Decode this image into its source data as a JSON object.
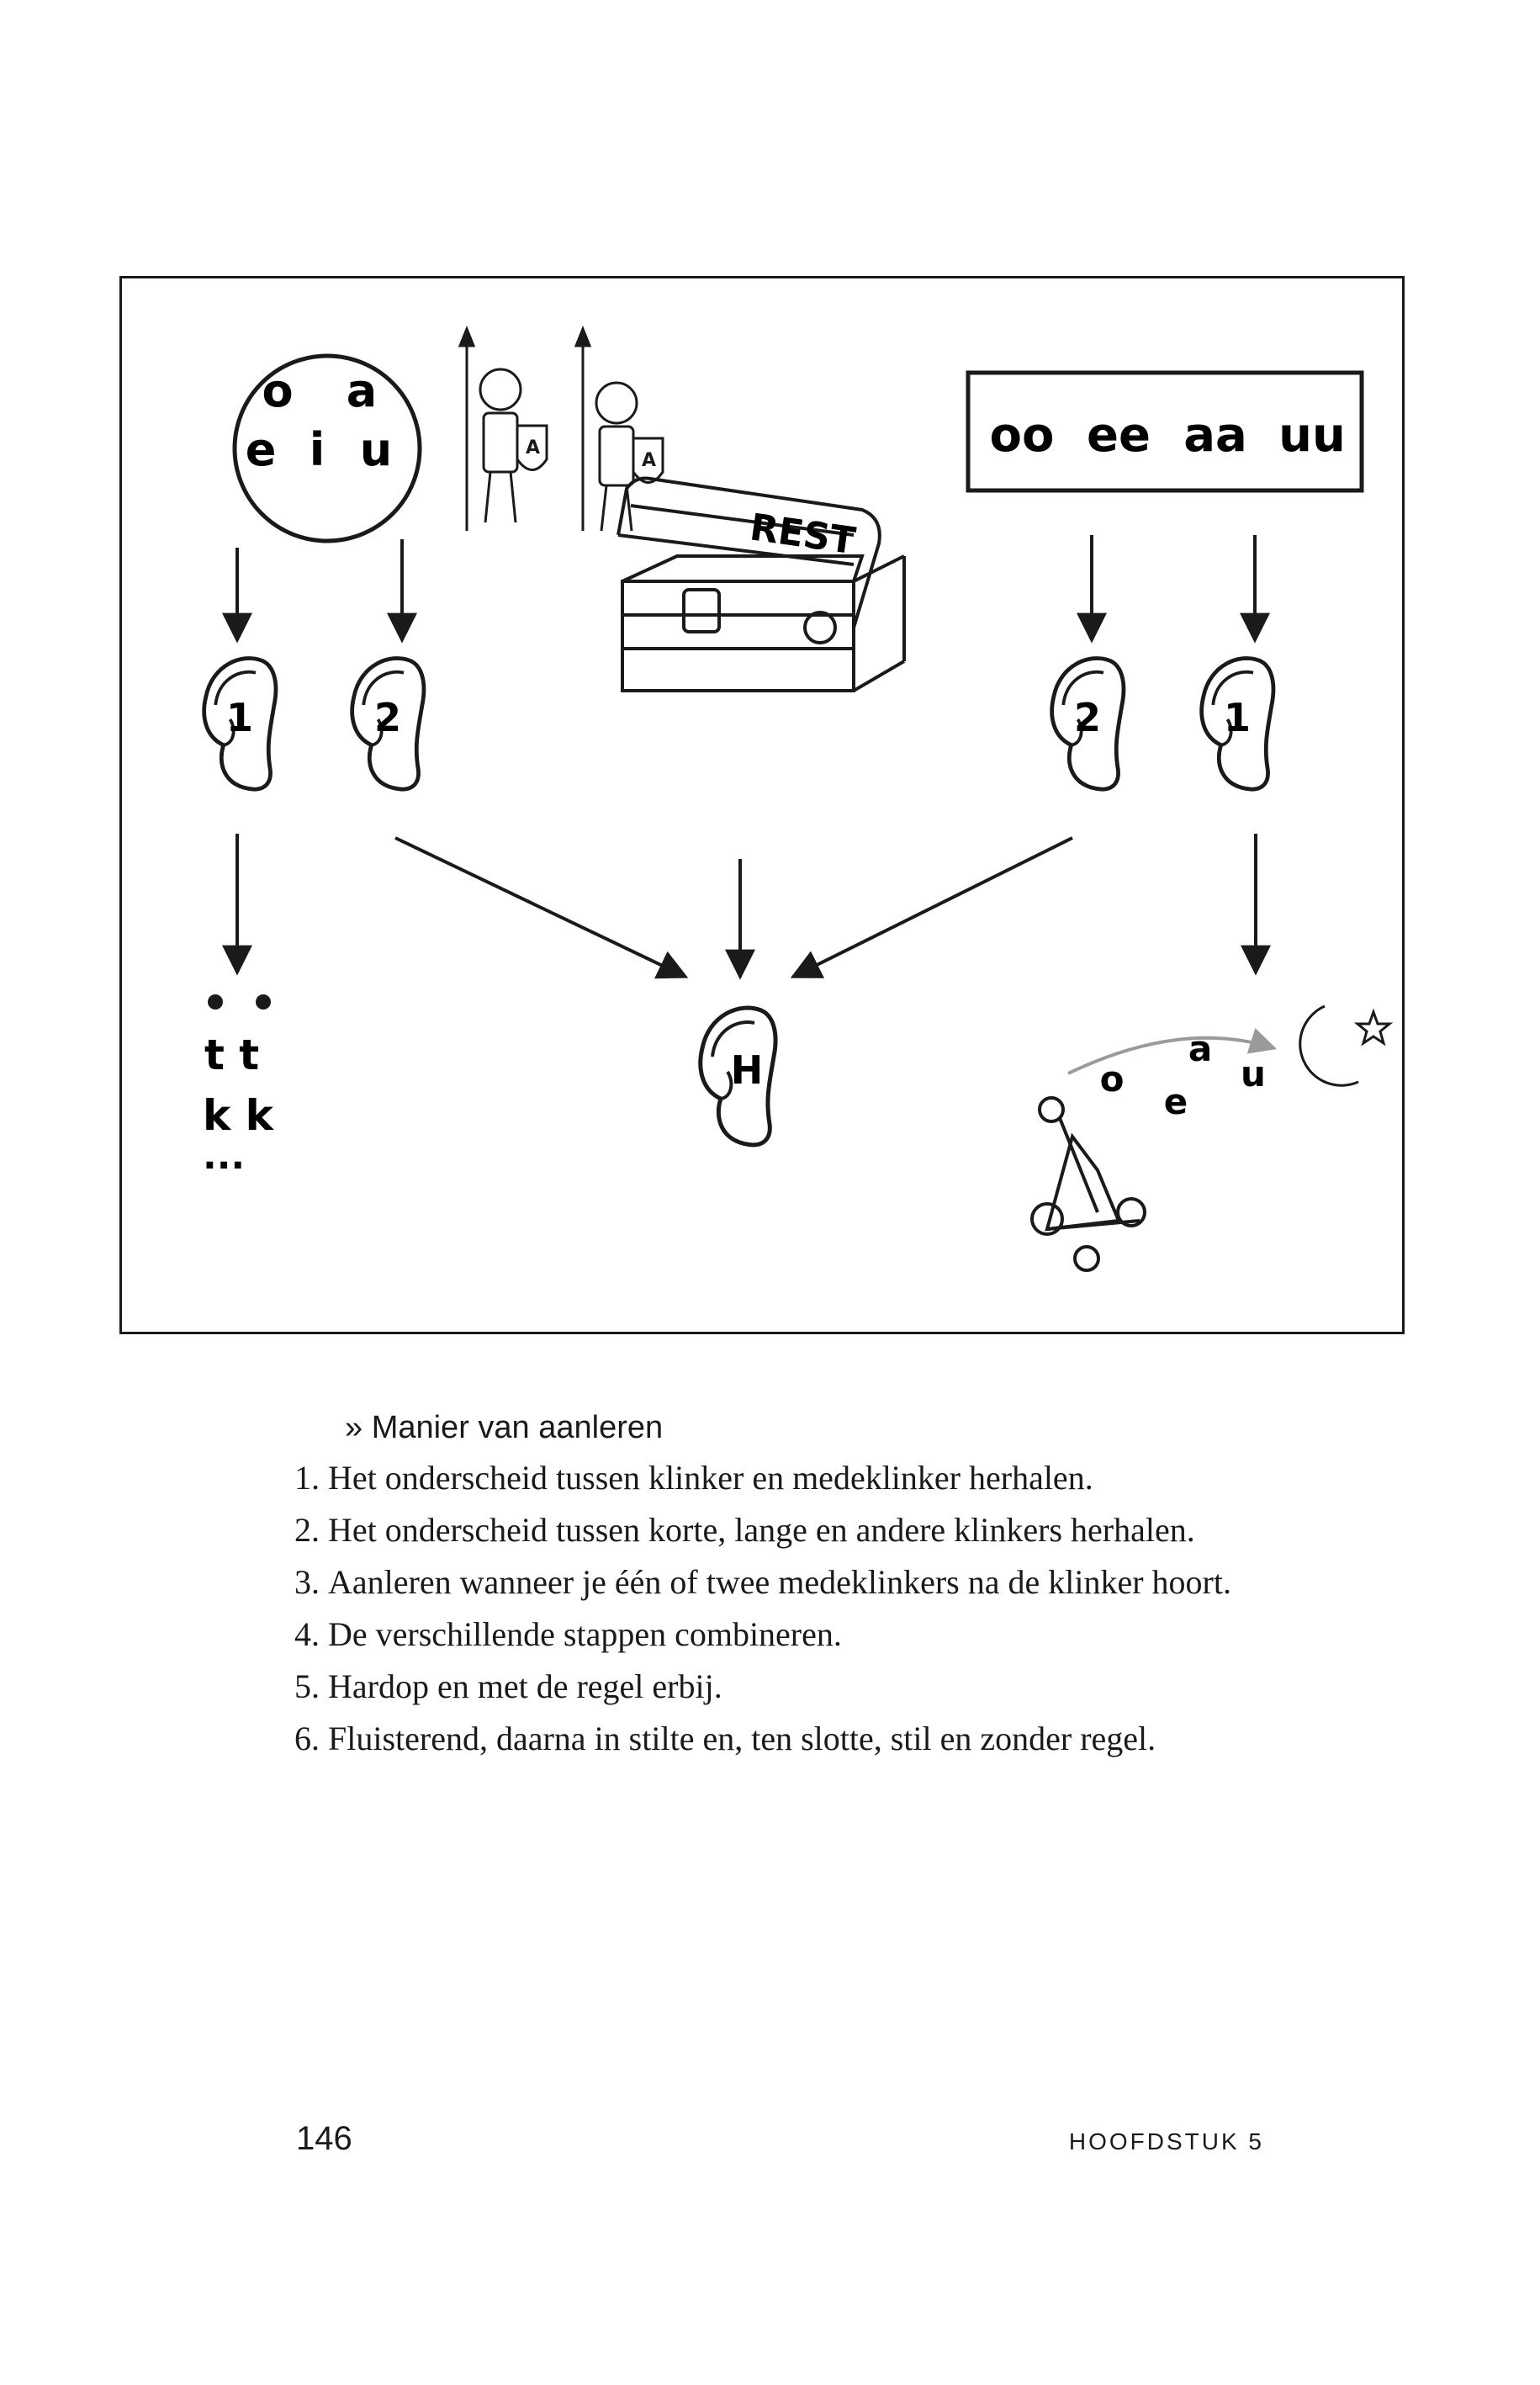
{
  "figure": {
    "short_vowels": {
      "row1": [
        "o",
        "a"
      ],
      "row2": [
        "e",
        "i",
        "u"
      ]
    },
    "long_vowels": [
      "oo",
      "ee",
      "aa",
      "uu"
    ],
    "chest_label": "REST",
    "ears": {
      "left_1": "1",
      "left_2": "2",
      "right_2": "2",
      "right_1": "1",
      "center": "H"
    },
    "left_result": {
      "row1": "t t",
      "row2": "k k",
      "ellipsis": "..."
    },
    "catapult_letters": [
      "o",
      "e",
      "a",
      "u"
    ]
  },
  "section": {
    "heading": "» Manier van aanleren",
    "steps": [
      {
        "num": "1.",
        "text": "Het onderscheid tussen klinker en medeklinker herhalen."
      },
      {
        "num": "2.",
        "text": "Het onderscheid tussen korte, lange en andere klinkers herhalen."
      },
      {
        "num": "3.",
        "text": "Aanleren wanneer je één of twee medeklinkers na de klinker hoort."
      },
      {
        "num": "4.",
        "text": "De verschillende stappen combineren."
      },
      {
        "num": "5.",
        "text": "Hardop en met de regel erbij."
      },
      {
        "num": "6.",
        "text": "Fluisterend, daarna in stilte en, ten slotte, stil en zonder regel."
      }
    ]
  },
  "footer": {
    "page_number": "146",
    "chapter": "HOOFDSTUK 5"
  }
}
